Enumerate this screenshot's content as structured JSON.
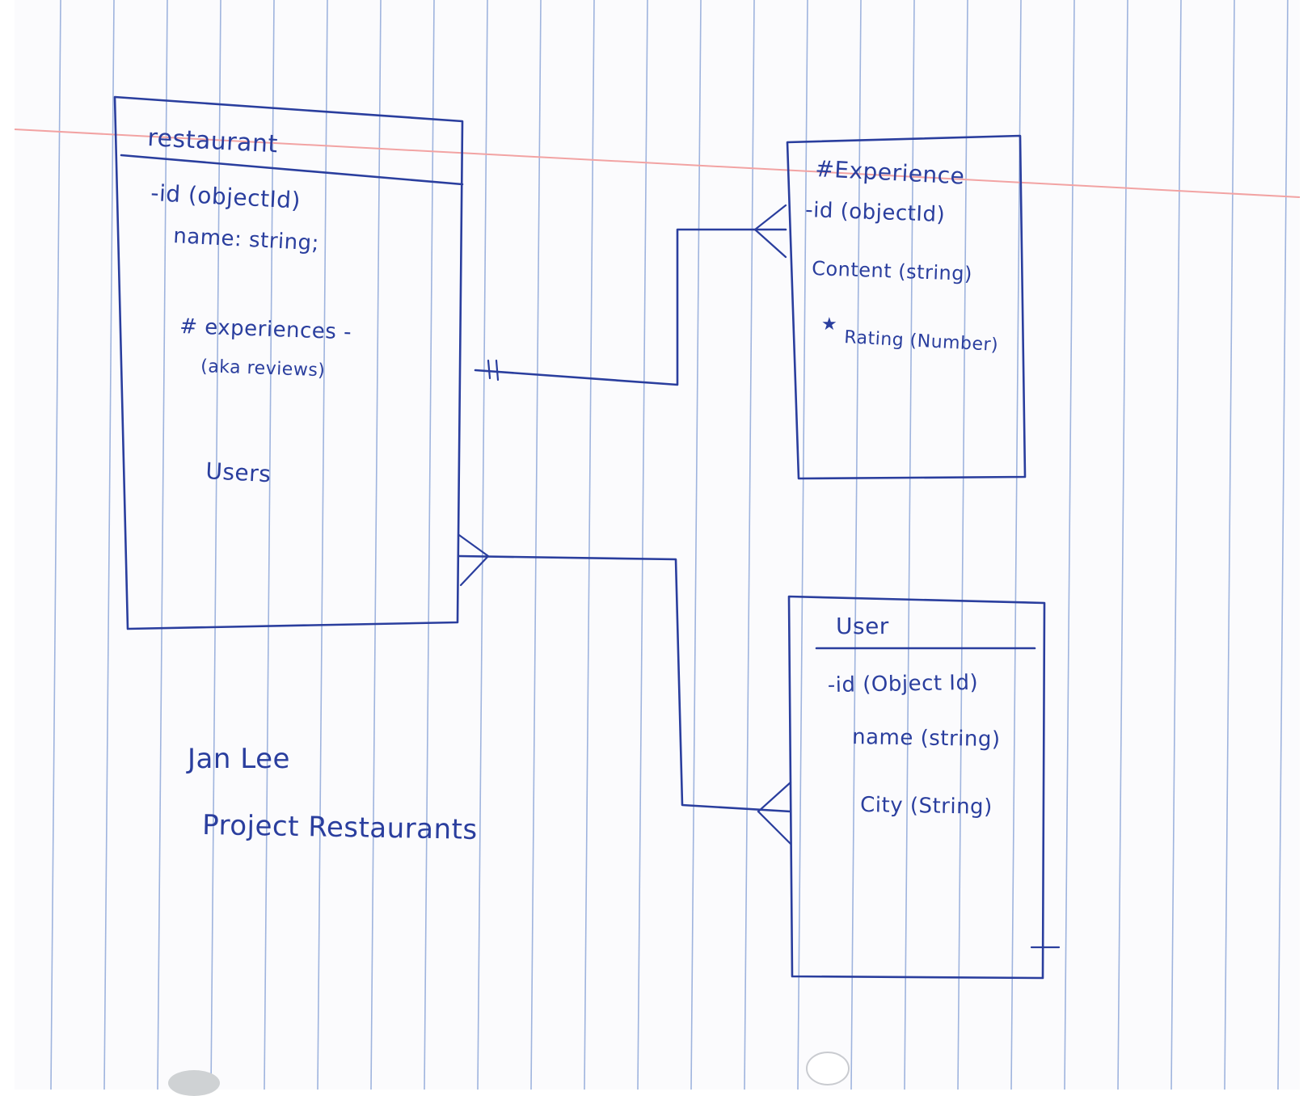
{
  "diagram": {
    "entities": [
      {
        "id": "restaurant",
        "title": "restaurant",
        "fields": [
          "-id (objectId)",
          "name: string;",
          "# experiences -",
          "(aka reviews)",
          "Users"
        ]
      },
      {
        "id": "experience",
        "title": "#Experience",
        "fields": [
          "-id (objectId)",
          "Content (string)",
          "Rating (Number)"
        ]
      },
      {
        "id": "user",
        "title": "User",
        "fields": [
          "-id (Object Id)",
          "name (string)",
          "City (String)"
        ]
      }
    ],
    "relationships": [
      {
        "from": "restaurant",
        "to": "experience",
        "from_end": "one",
        "to_end": "many"
      },
      {
        "from": "restaurant",
        "to": "user",
        "from_end": "many",
        "to_end": "many"
      }
    ],
    "notes": {
      "author": "Jan Lee",
      "project": "Project Restaurants"
    },
    "paper": {
      "rule_color": "#9fb4de",
      "margin_color": "#f2a3a3",
      "ink_color": "#2a3e9e"
    }
  }
}
